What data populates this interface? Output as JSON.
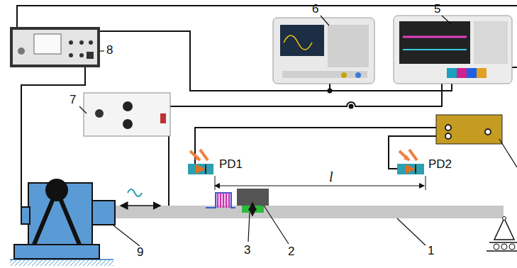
{
  "diagram": {
    "labels": [
      "8",
      "6",
      "5",
      "7",
      "PD1",
      "l",
      "PD2",
      "1",
      "2",
      "3",
      "9"
    ]
  }
}
